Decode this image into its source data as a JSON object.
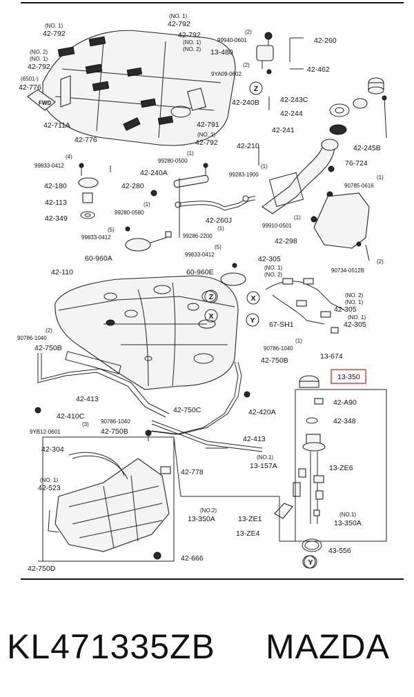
{
  "labels": {
    "l42_792a": "42-792",
    "n1a": "(NO. 1)",
    "l42_792b": "42-792",
    "n1b": "(NO. 1)",
    "l42_792c": "42-792",
    "n1c": "(NO. 1)",
    "n2c": "(NO. 2)",
    "n2d": "(NO. 2)",
    "n1d": "(NO. 1)",
    "l42_792d": "42-792",
    "q2a": "(2)",
    "l99940": "99940-0601",
    "l13_480": "13-480",
    "q2b": "(2)",
    "l9ya09": "9YA09-0602",
    "l42_260": "42-260",
    "l42_462": "42-462",
    "l6501": "(6501-)",
    "l42_776a": "42-776",
    "fwd": "FWD",
    "l42_711a": "42-711A",
    "l42_776b": "42-776",
    "l42_791": "42-791",
    "n1e": "(NO. 1)",
    "l42_792e": "42-792",
    "l42_240b": "42-240B",
    "l42_243c": "42-243C",
    "l42_244": "42-244",
    "l42_241": "42-241",
    "l42_210": "42-210",
    "l42_245b": "42-245B",
    "q4": "(4)",
    "l99833a": "99833-0412",
    "q1a": "(1)",
    "l99280a": "99280-0500",
    "l42_240a": "42-240A",
    "q1b": "(1)",
    "l99283": "99283-1900",
    "l76_724": "76-724",
    "q1c": "(1)",
    "l90785": "90785-0616",
    "l42_180": "42-180",
    "l42_280": "42-280",
    "q1d": "(1)",
    "l99280b": "99280-0580",
    "l42_113": "42-113",
    "l42_349": "42-349",
    "l42_260j": "42-260J",
    "q1e": "(1)",
    "l99286": "99286-2200",
    "q1f": "(1)",
    "l99910": "99910-0501",
    "l42_298": "42-298",
    "q5a": "(5)",
    "l99833b": "99833-0412",
    "l60_960a": "60-960A",
    "q5b": "(5)",
    "l99833c": "99833-0412",
    "l42_305a": "42-305",
    "n1f": "(NO. 1)",
    "n2f": "(NO. 2)",
    "q2c": "(2)",
    "l90734": "90734-0512B",
    "l42_110": "42-110",
    "l60_960e": "60-960E",
    "n2g": "(NO. 2)",
    "n1g": "(NO. 1)",
    "l42_305b": "42-305",
    "n1h": "(NO. 1)",
    "l42_305c": "42-305",
    "l67_sh1": "67-SH1",
    "q2d": "(2)",
    "l90786a": "90786-1040",
    "l42_750b_a": "42-750B",
    "q1g": "(1)",
    "l90786b": "90786-1040",
    "l42_750b_b": "42-750B",
    "l42_413a": "42-413",
    "l42_410c": "42-410C",
    "q3": "(3)",
    "l90786c": "90786-1040",
    "l9yb12": "9YB12-0601",
    "l42_750b_c": "42-750B",
    "l42_750c": "42-750C",
    "l42_420a": "42-420A",
    "l42_413b": "42-413",
    "l13_674": "13-674",
    "l13_350_top": "13-350",
    "l42_a90": "42-A90",
    "l42_348": "42-348",
    "l42_304": "42-304",
    "l42_778": "42-778",
    "n1i": "(NO.1)",
    "l13_157a": "13-157A",
    "l13_ze6": "13-ZE6",
    "n1j": "(NO. 1)",
    "l42_523": "42-523",
    "n2k": "(NO.2)",
    "l13_350a_l": "13-350A",
    "l13_ze1": "13-ZE1",
    "n1l": "(NO.1)",
    "l13_350a_r": "13-350A",
    "l13_ze4": "13-ZE4",
    "l43_556": "43-556",
    "l42_666": "42-666",
    "l42_750d": "42-750D",
    "z1": "Z",
    "z2": "Z",
    "x1": "X",
    "x2": "X",
    "y1": "Y",
    "y2": "Y"
  },
  "caption": {
    "part_number": "KL471335ZB",
    "brand": "MAZDA"
  },
  "colors": {
    "highlight": "#d9534f",
    "ink": "#222222"
  }
}
